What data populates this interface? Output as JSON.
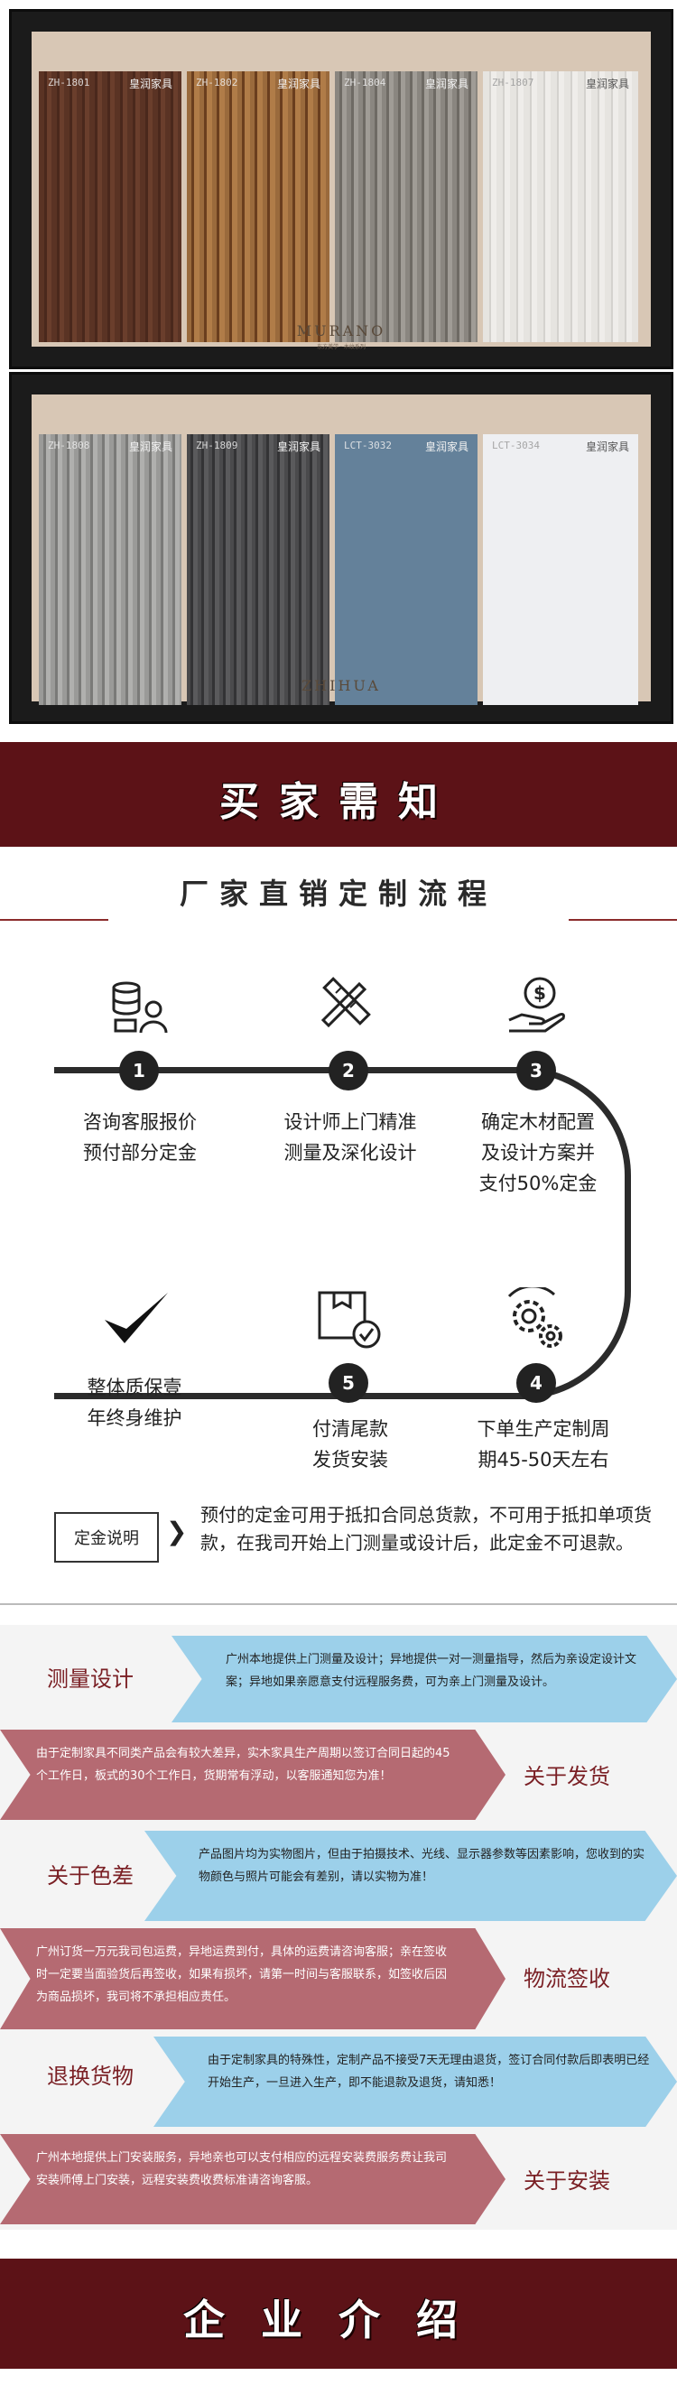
{
  "samples": {
    "board1": {
      "label": "MURANO",
      "sublabel": "东方美学 · 木纹系列",
      "swatches": [
        {
          "code": "ZH-1801",
          "brand": "皇润家具",
          "color": "#5a3324"
        },
        {
          "code": "ZH-1802",
          "brand": "皇润家具",
          "color": "#9a6a3c"
        },
        {
          "code": "ZH-1804",
          "brand": "皇润家具",
          "color": "#8a8680"
        },
        {
          "code": "ZH-1807",
          "brand": "皇润家具",
          "color": "#e6e4e0"
        }
      ]
    },
    "board2": {
      "label": "ZHIHUA",
      "swatches": [
        {
          "code": "ZH-1808",
          "brand": "皇润家具",
          "color": "#9a9a98"
        },
        {
          "code": "ZH-1809",
          "brand": "皇润家具",
          "color": "#4a4a4c"
        },
        {
          "code": "LCT-3032",
          "brand": "皇润家具",
          "color": "#64819a"
        },
        {
          "code": "LCT-3034",
          "brand": "皇润家具",
          "color": "#eeeff2"
        }
      ]
    }
  },
  "banner_top": {
    "title": "买家需知"
  },
  "process": {
    "title": "厂家直销定制流程",
    "steps": [
      {
        "num": "1",
        "text": "咨询客服报价\n预付部分定金",
        "icon": "database-user-icon"
      },
      {
        "num": "2",
        "text": "设计师上门精准\n测量及深化设计",
        "icon": "ruler-pencil-icon"
      },
      {
        "num": "3",
        "text": "确定木材配置\n及设计方案并\n支付50%定金",
        "icon": "hand-dollar-icon"
      },
      {
        "num": "4",
        "text": "下单生产定制周\n期45-50天左右",
        "icon": "gears-icon"
      },
      {
        "num": "5",
        "text": "付清尾款\n发货安装",
        "icon": "package-check-icon"
      },
      {
        "num": "",
        "text": "整体质保壹\n年终身维护",
        "icon": "checkmark-icon"
      }
    ],
    "deposit_label": "定金说明",
    "deposit_text": "预付的定金可用于抵扣合同总货款，不可用于抵扣单项货款，在我司开始上门测量或设计后，此定金不可退款。"
  },
  "notices": [
    {
      "label": "测量设计",
      "text": "广州本地提供上门测量及设计；异地提供一对一测量指导，然后为亲设定设计文案；异地如果亲愿意支付远程服务费，可为亲上门测量及设计。",
      "style": "blue"
    },
    {
      "label": "关于发货",
      "text": "由于定制家具不同类产品会有较大差异，实木家具生产周期以签订合同日起的45个工作日，板式的30个工作日，货期常有浮动，以客服通知您为准！",
      "style": "red"
    },
    {
      "label": "关于色差",
      "text": "产品图片均为实物图片，但由于拍摄技术、光线、显示器参数等因素影响，您收到的实物颜色与照片可能会有差别，请以实物为准！",
      "style": "blue"
    },
    {
      "label": "物流签收",
      "text": "广州订货一万元我司包运费，异地运费到付，具体的运费请咨询客服；亲在签收时一定要当面验货后再签收，如果有损坏，请第一时间与客服联系，如签收后因为商品损坏，我司将不承担相应责任。",
      "style": "red"
    },
    {
      "label": "退换货物",
      "text": "由于定制家具的特殊性，定制产品不接受7天无理由退货，签订合同付款后即表明已经开始生产，一旦进入生产，即不能退款及退货，请知悉！",
      "style": "blue"
    },
    {
      "label": "关于安装",
      "text": "广州本地提供上门安装服务，异地亲也可以支付相应的远程安装费服务费让我司安装师傅上门安装，远程安装费收费标准请咨询客服。",
      "style": "red"
    }
  ],
  "banner_bottom": {
    "title": "企业介绍"
  },
  "colors": {
    "brand": "#5c1217",
    "blue": "#9cd0ea",
    "red": "#b56a72"
  }
}
